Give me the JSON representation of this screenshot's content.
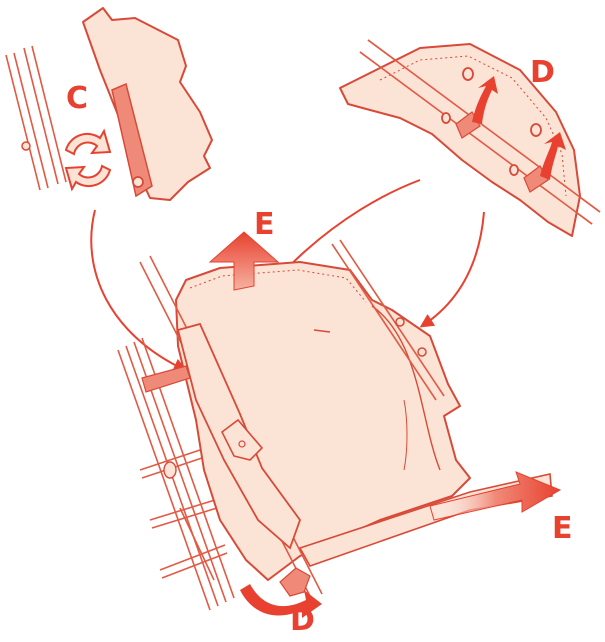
{
  "labels": {
    "c": "C",
    "d_top": "D",
    "e_top": "E",
    "e_right": "E",
    "d_bottom": "D"
  },
  "colors": {
    "accent": "#e8412f",
    "fabric": "#fbe3d6",
    "outline": "#d84a38",
    "frame": "#e35a44"
  },
  "icons": {
    "rotate": "rotate-arrows-icon",
    "arrow": "curved-arrow-icon"
  }
}
